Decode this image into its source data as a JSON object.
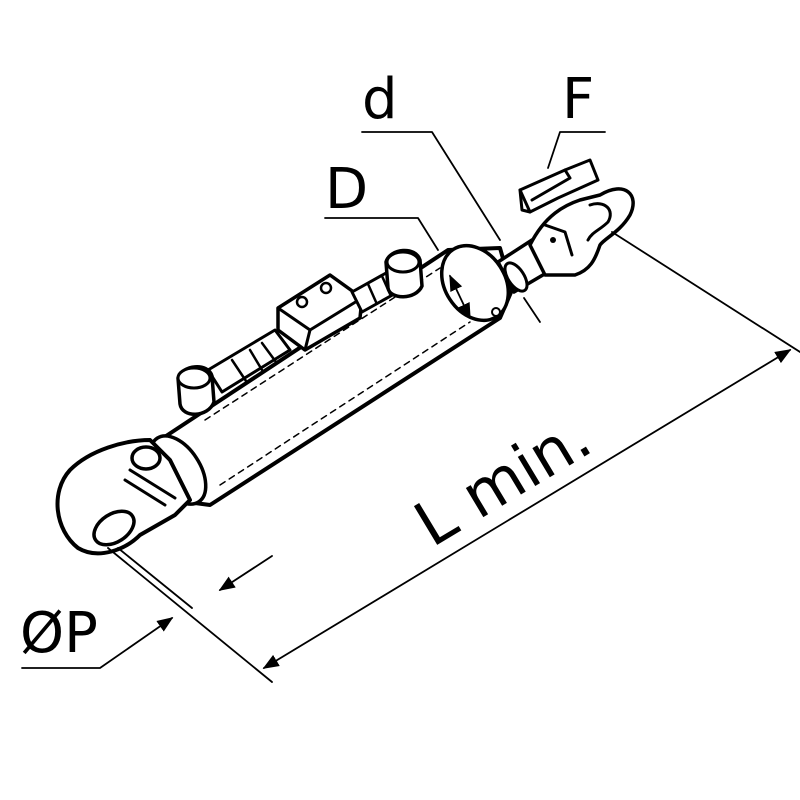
{
  "labels": {
    "rod_diameter": "d",
    "coupler": "F",
    "cylinder_diameter": "D",
    "length": "L min.",
    "pin_diameter": "ØP"
  },
  "colors": {
    "stroke": "#000000",
    "background": "#ffffff"
  }
}
